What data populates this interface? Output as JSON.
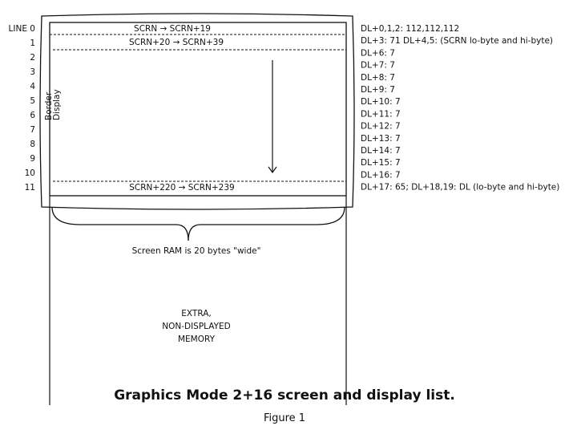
{
  "line_labels": [
    "LINE 0",
    "1",
    "2",
    "3",
    "4",
    "5",
    "6",
    "7",
    "8",
    "9",
    "10",
    "11"
  ],
  "screen_rows": {
    "row0": "SCRN → SCRN+19",
    "row1": "SCRN+20 → SCRN+39",
    "row11": "SCRN+220 → SCRN+239"
  },
  "side_labels": {
    "border": "Border",
    "display": "Display"
  },
  "display_list": [
    "DL+0,1,2: 112,112,112",
    "DL+3: 71  DL+4,5: (SCRN lo-byte and hi-byte)",
    "DL+6: 7",
    "DL+7: 7",
    "DL+8: 7",
    "DL+9: 7",
    "DL+10: 7",
    "DL+11: 7",
    "DL+12: 7",
    "DL+13: 7",
    "DL+14: 7",
    "DL+15: 7",
    "DL+16: 7",
    "DL+17: 65; DL+18,19: DL (lo-byte and hi-byte)"
  ],
  "brace_label": "Screen RAM is 20 bytes \"wide\"",
  "extra_memory": [
    "EXTRA,",
    "NON-DISPLAYED",
    "MEMORY"
  ],
  "caption": "Graphics Mode 2+16 screen and display list.",
  "figure_label": "Figure 1"
}
